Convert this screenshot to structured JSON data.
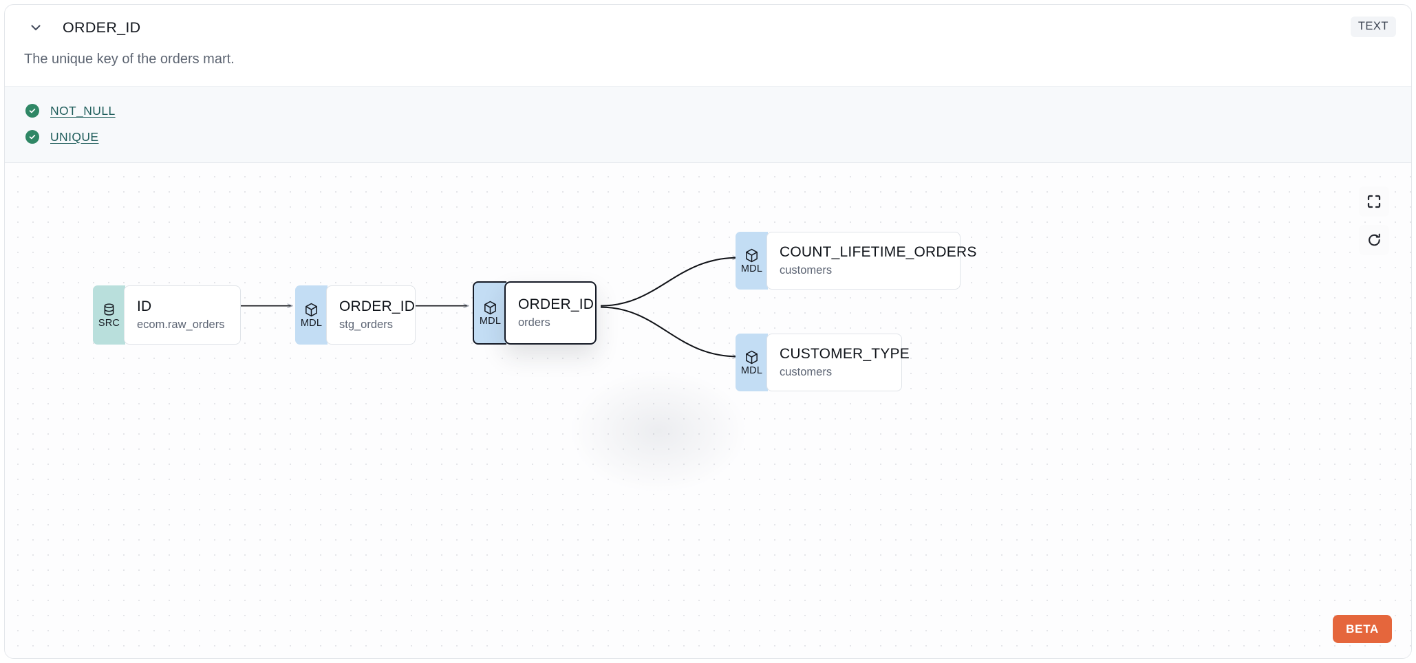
{
  "header": {
    "column_name": "ORDER_ID",
    "type_badge": "TEXT",
    "collapse_icon": "chevron-down-icon"
  },
  "description": "The unique key of the orders mart.",
  "tests": {
    "items": [
      {
        "label": "NOT_NULL",
        "status": "pass",
        "icon": "check-circle-icon"
      },
      {
        "label": "UNIQUE",
        "status": "pass",
        "icon": "check-circle-icon"
      }
    ],
    "pass_color": "#2f8765",
    "link_color": "#1f5d5b"
  },
  "lineage": {
    "nodes": [
      {
        "id": "src-id",
        "badge": "SRC",
        "badge_icon": "database-icon",
        "badge_color": "#b9dfdc",
        "name": "ID",
        "sub": "ecom.raw_orders",
        "selected": false
      },
      {
        "id": "mdl-stg-order-id",
        "badge": "MDL",
        "badge_icon": "cube-icon",
        "badge_color": "#c3ddf4",
        "name": "ORDER_ID",
        "sub": "stg_orders",
        "selected": false
      },
      {
        "id": "mdl-orders-order-id",
        "badge": "MDL",
        "badge_icon": "cube-icon",
        "badge_color": "#c3ddf4",
        "name": "ORDER_ID",
        "sub": "orders",
        "selected": true
      },
      {
        "id": "mdl-customers-count-lifetime-orders",
        "badge": "MDL",
        "badge_icon": "cube-icon",
        "badge_color": "#c3ddf4",
        "name": "COUNT_LIFETIME_ORDERS",
        "sub": "customers",
        "selected": false
      },
      {
        "id": "mdl-customers-customer-type",
        "badge": "MDL",
        "badge_icon": "cube-icon",
        "badge_color": "#c3ddf4",
        "name": "CUSTOMER_TYPE",
        "sub": "customers",
        "selected": false
      }
    ],
    "edges": [
      {
        "from": "src-id",
        "to": "mdl-stg-order-id",
        "shape": "straight"
      },
      {
        "from": "mdl-stg-order-id",
        "to": "mdl-orders-order-id",
        "shape": "straight"
      },
      {
        "from": "mdl-orders-order-id",
        "to": "mdl-customers-count-lifetime-orders",
        "shape": "bezier"
      },
      {
        "from": "mdl-orders-order-id",
        "to": "mdl-customers-customer-type",
        "shape": "bezier"
      }
    ],
    "controls": [
      {
        "id": "fit-view",
        "icon": "fullscreen-icon"
      },
      {
        "id": "reset",
        "icon": "refresh-icon"
      }
    ],
    "beta_label": "BETA"
  }
}
